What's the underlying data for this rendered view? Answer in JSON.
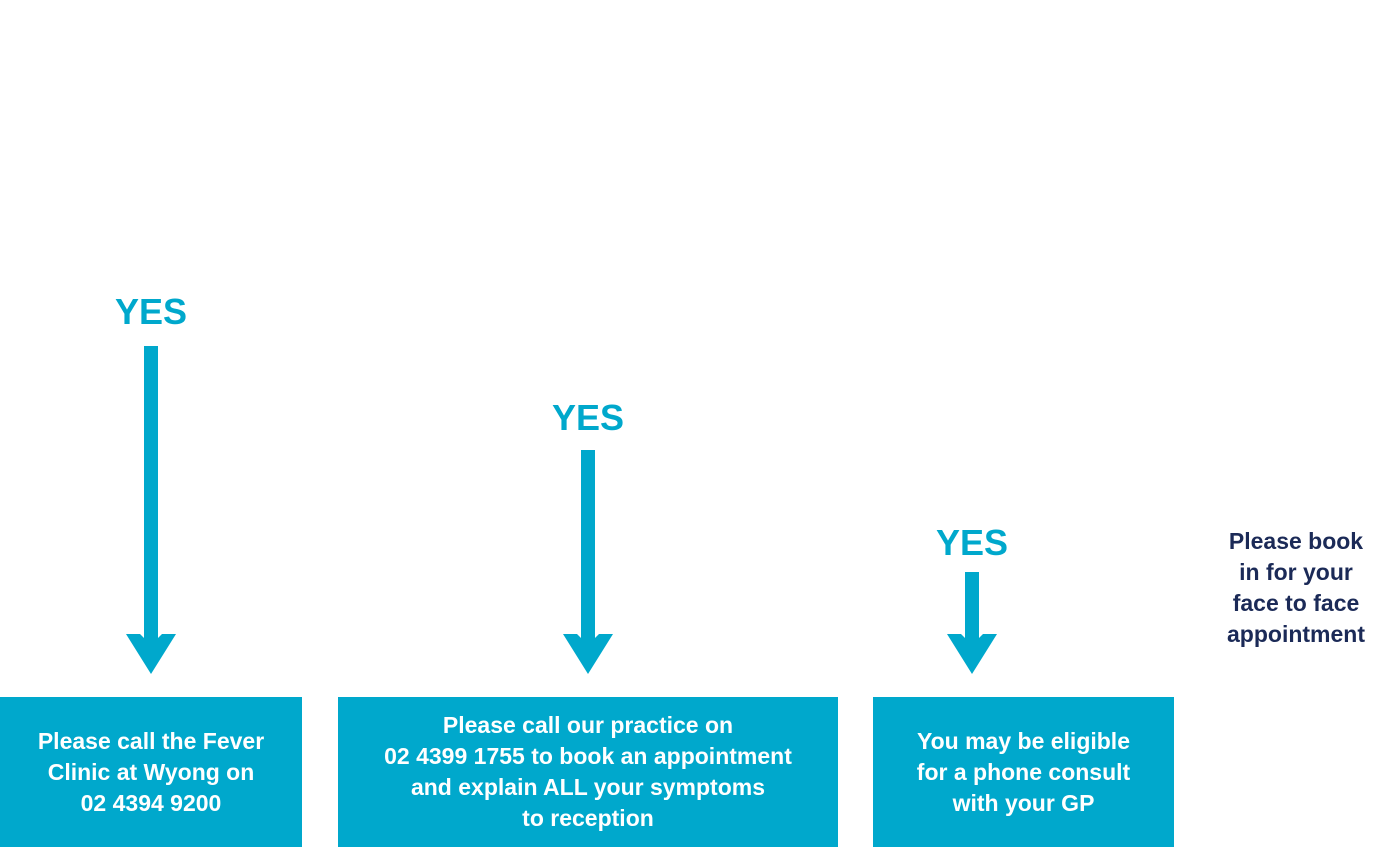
{
  "colors": {
    "accent": "#00A8CC",
    "box_text": "#FFFFFF",
    "note_text": "#1B2A57",
    "background": "#FFFFFF"
  },
  "branches": [
    {
      "label": "YES",
      "box_text": "Please call the Fever\nClinic at Wyong on\n02 4394 9200"
    },
    {
      "label": "YES",
      "box_text": "Please call our practice on\n02 4399 1755 to book an appointment\nand explain ALL your symptoms\nto reception"
    },
    {
      "label": "YES",
      "box_text": "You may be eligible\nfor a phone consult\nwith your GP"
    }
  ],
  "note": "Please book\nin for your\nface to face\nappointment"
}
